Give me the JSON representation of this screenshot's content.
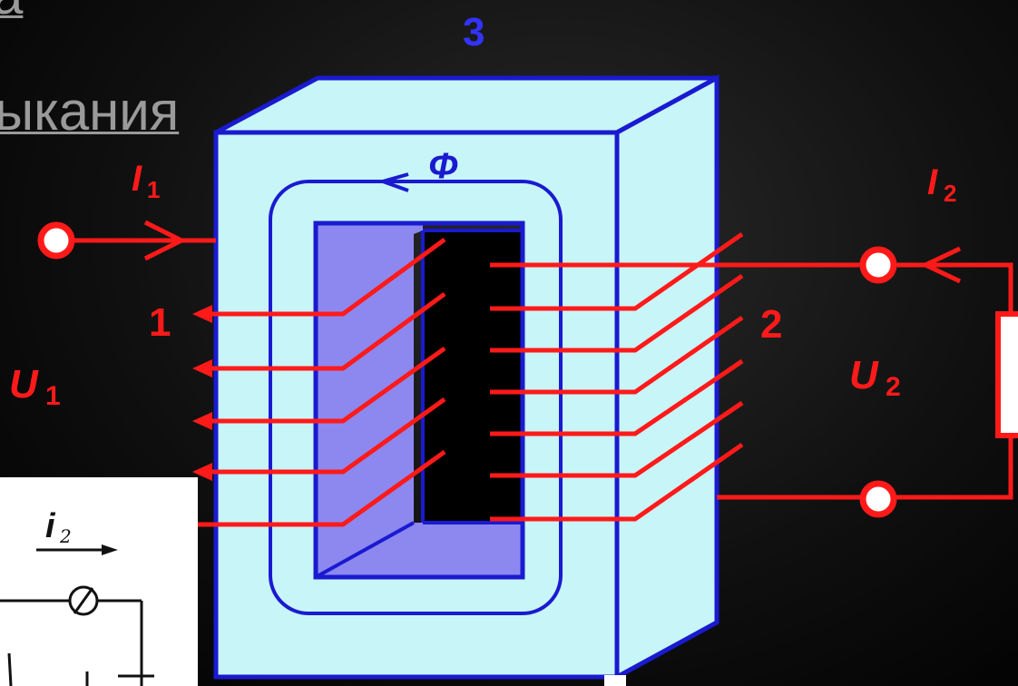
{
  "slide": {
    "heading_fragment_top": "а",
    "heading_fragment_bottom": "ыкания"
  },
  "diagram": {
    "core_label": "3",
    "flux_label": "Φ",
    "current_in_label": "I",
    "current_in_sub": "1",
    "current_out_label": "I",
    "current_out_sub": "2",
    "winding_1_label": "1",
    "winding_2_label": "2",
    "voltage_in_label": "U",
    "voltage_in_sub": "1",
    "voltage_out_label": "U",
    "voltage_out_sub": "2",
    "colors": {
      "core_face": "#c8f5f8",
      "core_edge": "#1a1ad0",
      "window": "#8c88f0",
      "winding": "#ff1a1a",
      "core_label": "#3333ff"
    }
  },
  "inset": {
    "current_label": "i",
    "current_sub": "2"
  }
}
